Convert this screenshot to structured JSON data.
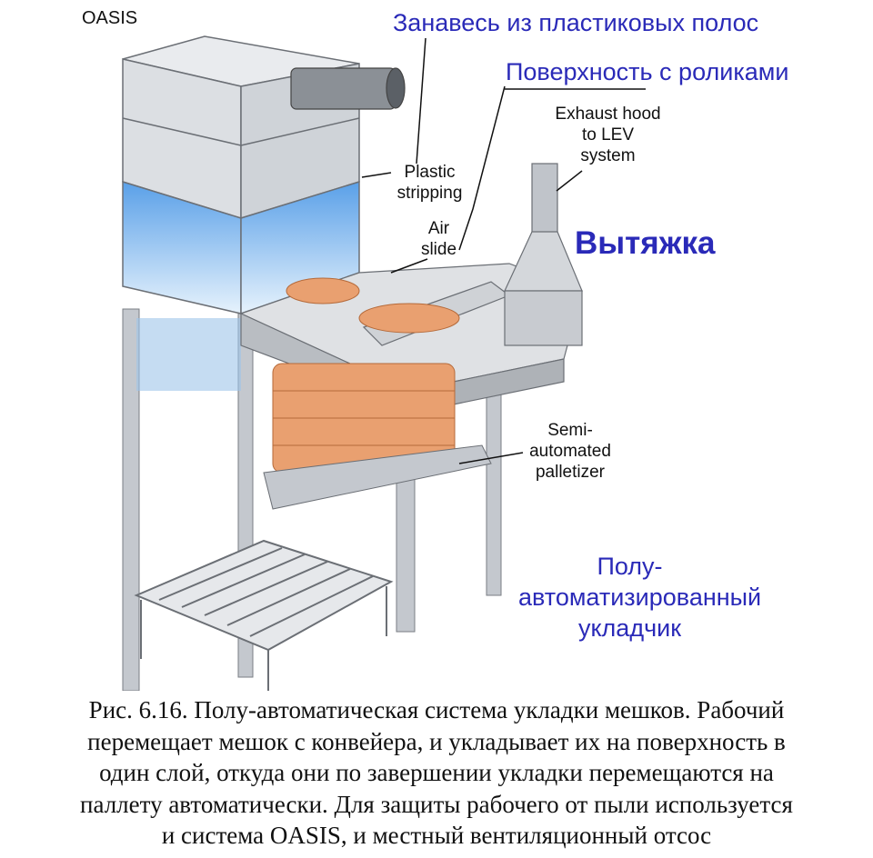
{
  "labels": {
    "oasis": "OASIS",
    "curtain_ru": "Занавесь из пластиковых полос",
    "roller_surface_ru": "Поверхность с роликами",
    "exhaust_hood": [
      "Exhaust hood",
      "to LEV",
      "system"
    ],
    "plastic_stripping": [
      "Plastic",
      "stripping"
    ],
    "air_slide": [
      "Air",
      "slide"
    ],
    "exhaust_ru": "Вытяжка",
    "palletizer": [
      "Semi-",
      "automated",
      "palletizer"
    ],
    "palletizer_ru": [
      "Полу-",
      "автоматизированный",
      "укладчик"
    ]
  },
  "caption": [
    "Рис. 6.16. Полу-автоматическая система укладки мешков. Рабочий",
    "перемещает мешок с конвейера, и укладывает их на поверхность в",
    "один слой, откуда они по завершении укладки перемещаются на",
    "паллету автоматически. Для защиты рабочего от пыли используется",
    "и система OASIS, и местный вентиляционный отсос"
  ],
  "colors": {
    "label_blue": "#2a2ab8",
    "frame_grey": "#b8bcc2",
    "curtain_blue": "#7fb8ee",
    "bags": "#e9a070"
  }
}
